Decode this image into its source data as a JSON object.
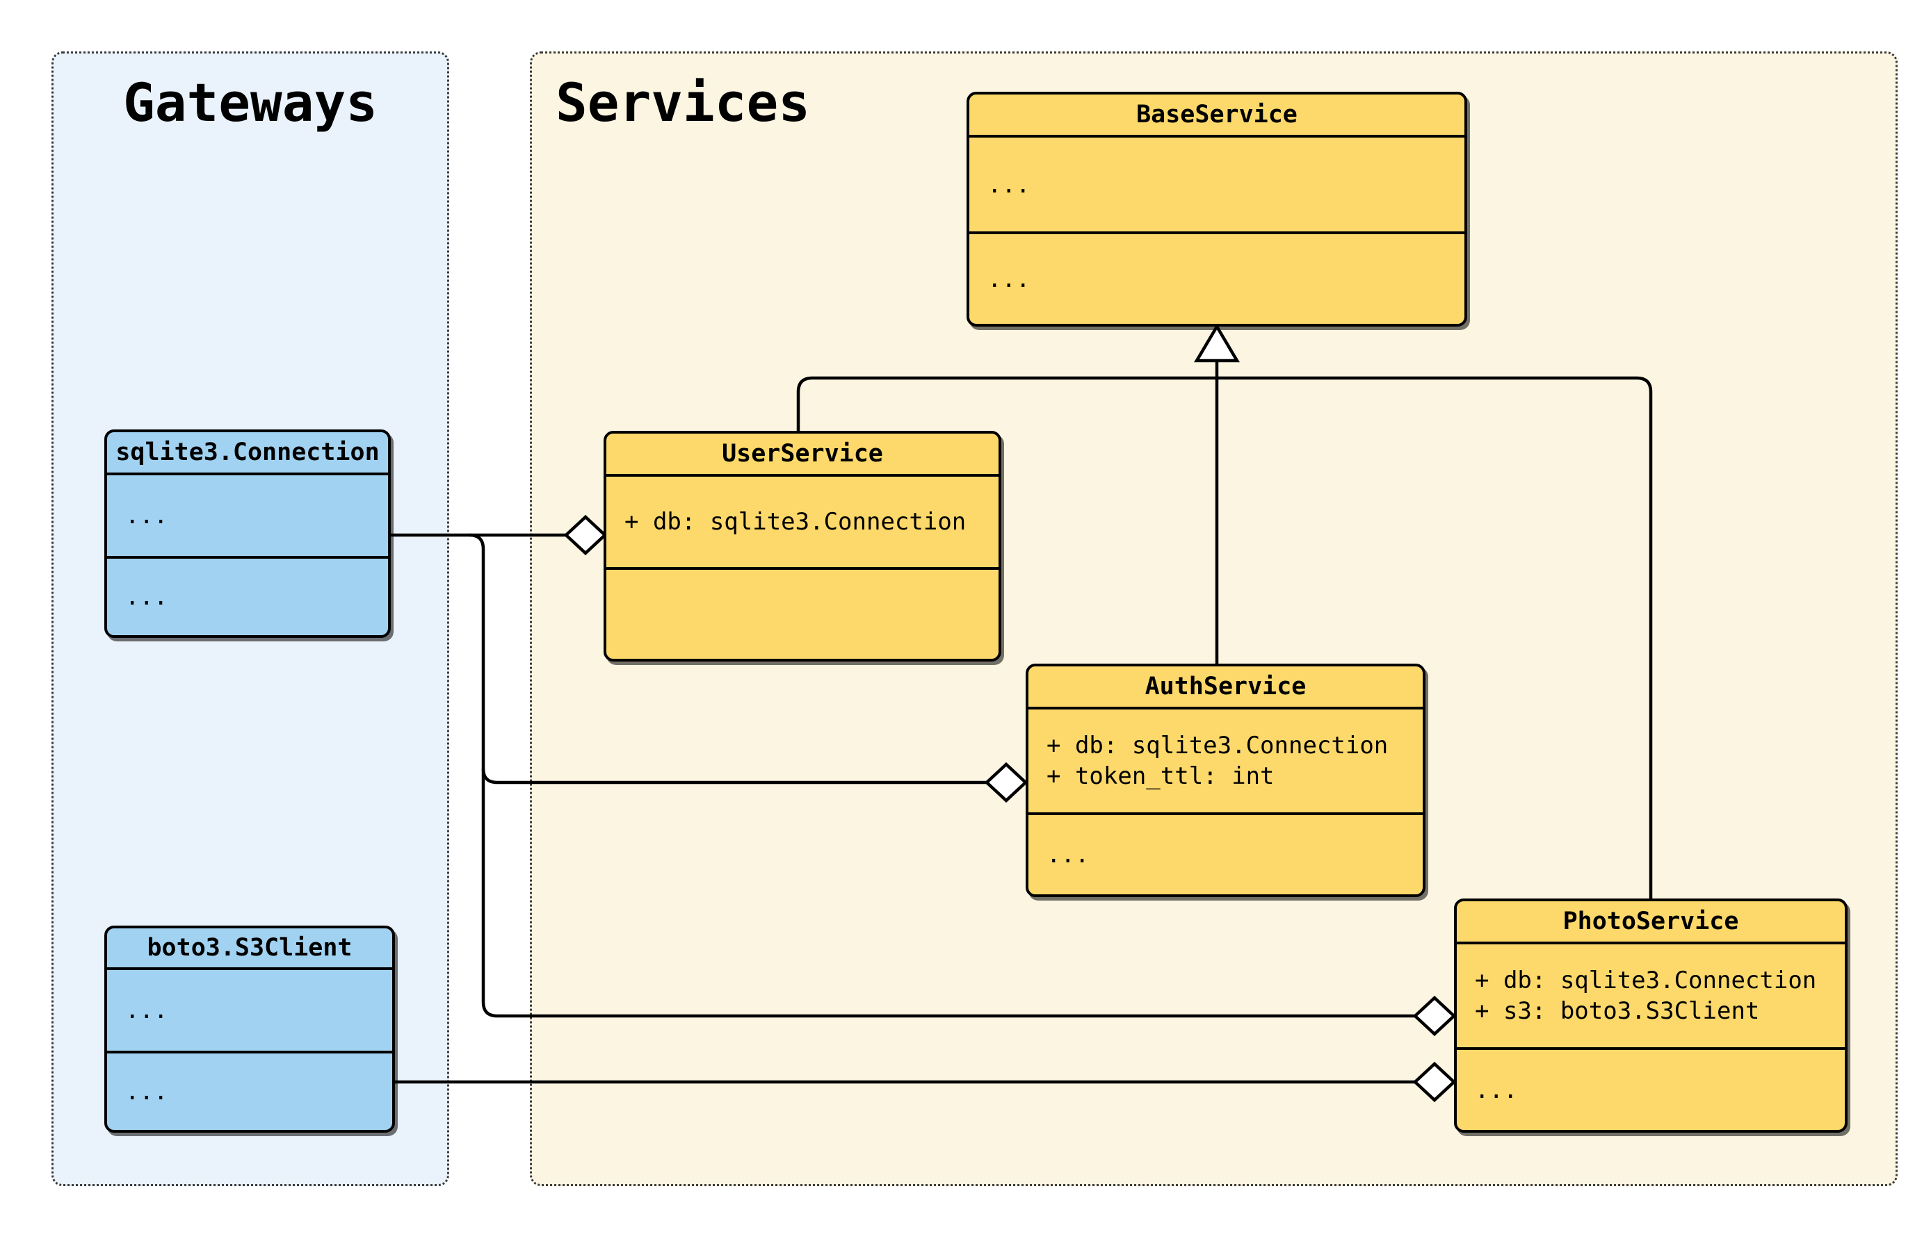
{
  "diagram_title": "Service / Gateway UML class diagram",
  "groups": {
    "gateways": {
      "title": "Gateways"
    },
    "services": {
      "title": "Services"
    }
  },
  "classes": {
    "base_service": {
      "name": "BaseService",
      "attributes": [
        "..."
      ],
      "methods": [
        "..."
      ]
    },
    "user_service": {
      "name": "UserService",
      "attributes": [
        "+ db: sqlite3.Connection"
      ],
      "methods": []
    },
    "auth_service": {
      "name": "AuthService",
      "attributes": [
        "+ db: sqlite3.Connection",
        "+ token_ttl: int"
      ],
      "methods": [
        "..."
      ]
    },
    "photo_service": {
      "name": "PhotoService",
      "attributes": [
        "+ db: sqlite3.Connection",
        "+ s3: boto3.S3Client"
      ],
      "methods": [
        "..."
      ]
    },
    "sqlite3_connection": {
      "name": "sqlite3.Connection",
      "attributes": [
        "..."
      ],
      "methods": [
        "..."
      ]
    },
    "boto3_s3client": {
      "name": "boto3.S3Client",
      "attributes": [
        "..."
      ],
      "methods": [
        "..."
      ]
    }
  },
  "relationships": [
    {
      "type": "inheritance",
      "from": "UserService",
      "to": "BaseService"
    },
    {
      "type": "inheritance",
      "from": "AuthService",
      "to": "BaseService"
    },
    {
      "type": "inheritance",
      "from": "PhotoService",
      "to": "BaseService"
    },
    {
      "type": "aggregation",
      "from": "UserService",
      "to": "sqlite3.Connection"
    },
    {
      "type": "aggregation",
      "from": "AuthService",
      "to": "sqlite3.Connection"
    },
    {
      "type": "aggregation",
      "from": "PhotoService",
      "to": "sqlite3.Connection"
    },
    {
      "type": "aggregation",
      "from": "PhotoService",
      "to": "boto3.S3Client"
    }
  ],
  "colors": {
    "gateways_bg": "#EAF2FB",
    "services_bg": "#FCF5E2",
    "gateway_fill": "#A2D2F1",
    "service_fill": "#FCD96A",
    "stroke": "#000000"
  }
}
